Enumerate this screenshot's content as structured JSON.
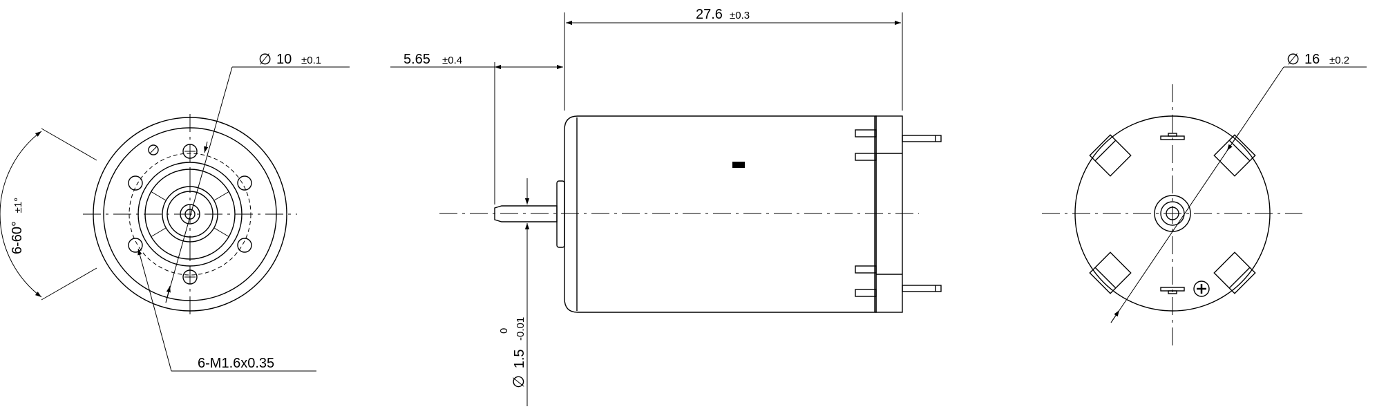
{
  "drawing": {
    "colors": {
      "line": "#000000",
      "background": "#ffffff"
    },
    "front_view": {
      "hole_diameter": {
        "symbol": "∅",
        "value": "10",
        "tolerance": "±0.1"
      },
      "thread_callout": "6-M1.6x0.35",
      "angle": {
        "value": "6-60°",
        "tolerance": "±1°"
      }
    },
    "side_view": {
      "length": {
        "value": "27.6",
        "tolerance": "±0.3"
      },
      "shaft_extension": {
        "value": "5.65",
        "tolerance": "±0.4"
      },
      "shaft_diameter": {
        "symbol": "∅",
        "value": "1.5",
        "tolerance_upper": "0",
        "tolerance_lower": "-0.01"
      }
    },
    "rear_view": {
      "body_diameter": {
        "symbol": "∅",
        "value": "16",
        "tolerance": "±0.2"
      }
    }
  }
}
